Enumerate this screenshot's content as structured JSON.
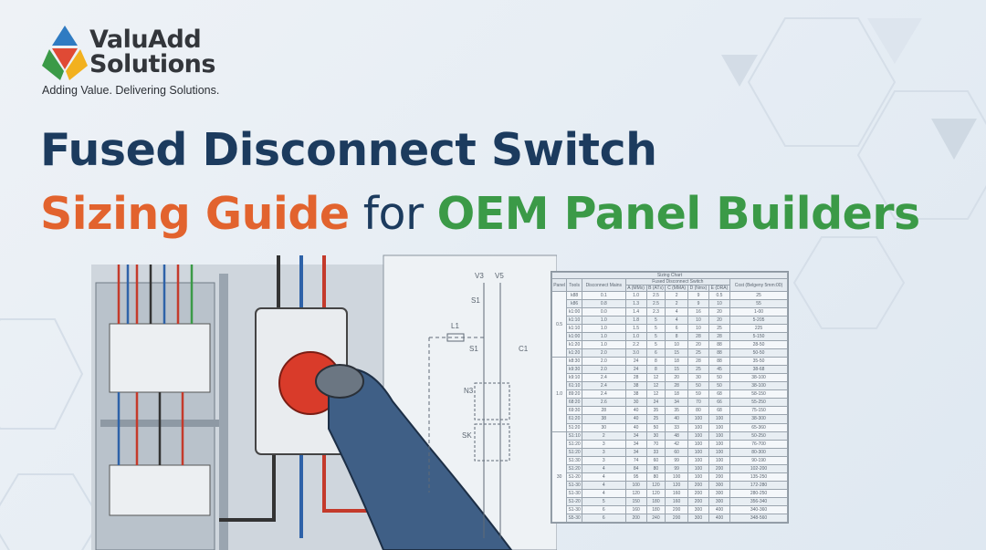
{
  "logo": {
    "brand_line1": "ValuAdd",
    "brand_line2": "Solutions",
    "tagline": "Adding Value. Delivering Solutions.",
    "colors": [
      "#2f7bc2",
      "#e04a35",
      "#3b9a47",
      "#f2b11f"
    ]
  },
  "headline": {
    "line1": "Fused Disconnect Switch",
    "part_orange": "Sizing Guide",
    "part_for": "for",
    "part_green": "OEM Panel Builders",
    "colors": {
      "navy": "#1c3b5e",
      "orange": "#e2632e",
      "green": "#3b9a47"
    }
  },
  "schematic": {
    "labels": [
      "V3",
      "V5",
      "S1",
      "L1",
      "S1",
      "C1",
      "N3",
      "SK"
    ]
  },
  "sizing_chart": {
    "title": "Sizing Chart",
    "group_header": "Fused Disconnect Switch",
    "headers": [
      "Panel",
      "Tools",
      "Disconnect Mains",
      "A (MMx)",
      "B (ATx)",
      "C (MMA)",
      "D (Nmx)",
      "E (DRA)",
      "Cost (Belgeny 5mm:00)"
    ],
    "groups": [
      {
        "panel": "0.5",
        "rows": [
          [
            "k88",
            "0.1",
            "1.0",
            "2.5",
            "2",
            "9",
            "0.5",
            "25"
          ],
          [
            "k86",
            "0.8",
            "1.3",
            "2.5",
            "2",
            "9",
            "10",
            "55"
          ],
          [
            "k1:00",
            "0.0",
            "1.4",
            "2.3",
            "4",
            "16",
            "20",
            "1-00"
          ],
          [
            "k1:10",
            "1.0",
            "1.8",
            "5",
            "4",
            "10",
            "20",
            "5-205"
          ],
          [
            "k1:10",
            "1.0",
            "1.5",
            "5",
            "6",
            "10",
            "25",
            "225"
          ],
          [
            "k1:00",
            "1.0",
            "1.0",
            "5",
            "8",
            "28",
            "28",
            "5-150"
          ],
          [
            "k1:20",
            "1.0",
            "2.2",
            "5",
            "10",
            "20",
            "88",
            "28-50"
          ],
          [
            "k1:20",
            "2.0",
            "3.0",
            "6",
            "15",
            "25",
            "88",
            "50-50"
          ]
        ]
      },
      {
        "panel": "1.0",
        "rows": [
          [
            "k8:30",
            "2.0",
            "24",
            "8",
            "18",
            "28",
            "88",
            "35-50"
          ],
          [
            "k9:30",
            "2.0",
            "24",
            "8",
            "15",
            "25",
            "45",
            "38-68"
          ],
          [
            "k9:10",
            "2.4",
            "28",
            "12",
            "20",
            "30",
            "50",
            "38-100"
          ],
          [
            "61:10",
            "2.4",
            "38",
            "12",
            "28",
            "50",
            "50",
            "38-100"
          ],
          [
            "89:20",
            "2.4",
            "38",
            "12",
            "18",
            "59",
            "68",
            "58-150"
          ],
          [
            "68:20",
            "2.6",
            "30",
            "24",
            "34",
            "70",
            "66",
            "55-250"
          ],
          [
            "69:30",
            "28",
            "40",
            "35",
            "35",
            "80",
            "68",
            "75-150"
          ],
          [
            "61:20",
            "38",
            "40",
            "25",
            "40",
            "100",
            "100",
            "38-300"
          ],
          [
            "51:20",
            "30",
            "40",
            "50",
            "33",
            "100",
            "100",
            "65-360"
          ]
        ]
      },
      {
        "panel": "30",
        "rows": [
          [
            "S1:10",
            "2",
            "34",
            "30",
            "48",
            "100",
            "100",
            "50-250"
          ],
          [
            "S1:20",
            "3",
            "34",
            "70",
            "42",
            "100",
            "100",
            "76-700"
          ],
          [
            "S1:20",
            "3",
            "34",
            "33",
            "60",
            "100",
            "100",
            "80-300"
          ],
          [
            "S1:30",
            "3",
            "74",
            "60",
            "99",
            "100",
            "100",
            "90-190"
          ],
          [
            "S1:20",
            "4",
            "84",
            "80",
            "99",
            "100",
            "200",
            "102-200"
          ],
          [
            "S1-20",
            "4",
            "95",
            "80",
            "100",
            "100",
            "200",
            "135-250"
          ],
          [
            "S1-30",
            "4",
            "100",
            "120",
            "120",
            "200",
            "300",
            "172-280"
          ],
          [
            "S1-30",
            "4",
            "120",
            "120",
            "160",
            "200",
            "300",
            "280-250"
          ],
          [
            "S1-20",
            "5",
            "150",
            "180",
            "160",
            "200",
            "300",
            "356-340"
          ],
          [
            "S1-30",
            "6",
            "160",
            "180",
            "200",
            "300",
            "400",
            "340-360"
          ],
          [
            "S5-30",
            "6",
            "200",
            "240",
            "200",
            "300",
            "400",
            "348-560"
          ]
        ]
      }
    ]
  }
}
